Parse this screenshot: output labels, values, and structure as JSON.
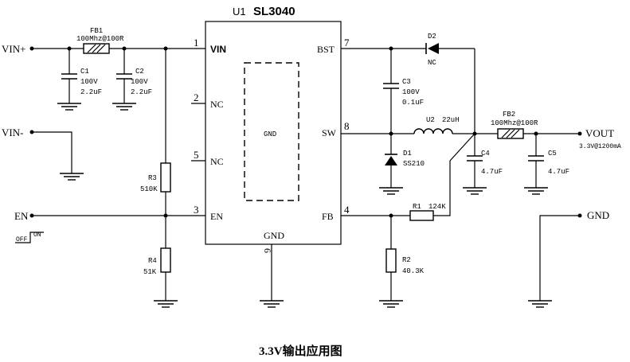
{
  "chip": {
    "designator": "U1",
    "part": "SL3040",
    "left_pins": [
      {
        "num": "1",
        "name": "VIN"
      },
      {
        "num": "2",
        "name": "NC"
      },
      {
        "num": "5",
        "name": "NC"
      },
      {
        "num": "3",
        "name": "EN"
      }
    ],
    "right_pins": [
      {
        "num": "7",
        "name": "BST"
      },
      {
        "num": "8",
        "name": "SW"
      },
      {
        "num": "4",
        "name": "FB"
      }
    ],
    "bottom_pin": {
      "num": "6",
      "name": "GND"
    },
    "pad_label": "GND"
  },
  "ports": {
    "vin_plus": "VIN+",
    "vin_minus": "VIN-",
    "en": "EN",
    "vout": "VOUT",
    "vout_spec": "3.3V@1200mA",
    "gnd": "GND"
  },
  "switch": {
    "off": "OFF",
    "on": "ON"
  },
  "components": {
    "fb1": {
      "ref": "FB1",
      "value": "100Mhz@100R"
    },
    "c1": {
      "ref": "C1",
      "voltage": "100V",
      "value": "2.2uF"
    },
    "c2": {
      "ref": "C2",
      "voltage": "100V",
      "value": "2.2uF"
    },
    "r3": {
      "ref": "R3",
      "value": "510K"
    },
    "r4": {
      "ref": "R4",
      "value": "51K"
    },
    "c3": {
      "ref": "C3",
      "voltage": "100V",
      "value": "0.1uF"
    },
    "d2": {
      "ref": "D2",
      "value": "NC"
    },
    "u2": {
      "ref": "U2",
      "value": "22uH"
    },
    "d1": {
      "ref": "D1",
      "value": "SS210"
    },
    "r1": {
      "ref": "R1",
      "value": "124K"
    },
    "r2": {
      "ref": "R2",
      "value": "40.3K"
    },
    "fb2": {
      "ref": "FB2",
      "value": "100Mhz@100R"
    },
    "c4": {
      "ref": "C4",
      "value": "4.7uF"
    },
    "c5": {
      "ref": "C5",
      "value": "4.7uF"
    }
  },
  "caption": "3.3V输出应用图"
}
